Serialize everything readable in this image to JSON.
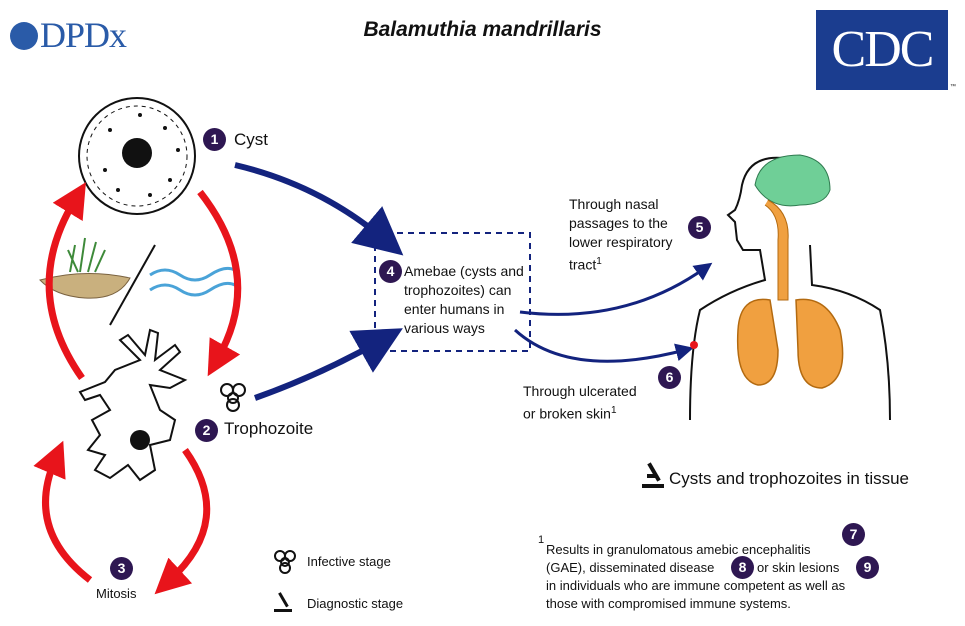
{
  "header": {
    "logo_text": "DPDx",
    "title": "Balamuthia mandrillaris",
    "agency_logo": "CDC",
    "trademark": "™"
  },
  "steps": {
    "s1": {
      "num": "1",
      "label": "Cyst"
    },
    "s2": {
      "num": "2",
      "label": "Trophozoite"
    },
    "s3": {
      "num": "3",
      "label": "Mitosis"
    },
    "s4": {
      "num": "4",
      "label": "Amebae (cysts and trophozoites) can enter humans in various ways"
    },
    "s5": {
      "num": "5",
      "label": "Through nasal passages to the lower respiratory tract",
      "sup": "1"
    },
    "s6": {
      "num": "6",
      "label": "Through ulcerated or broken skin",
      "sup": "1"
    },
    "s7": {
      "num": "7"
    },
    "s8": {
      "num": "8"
    },
    "s9": {
      "num": "9"
    }
  },
  "tissue_label": "Cysts and trophozoites in tissue",
  "legend": {
    "infective": "Infective stage",
    "diagnostic": "Diagnostic stage"
  },
  "footnote": {
    "marker": "1",
    "part1": "Results in granulomatous amebic encephalitis",
    "part2": "(GAE), disseminated disease",
    "part3": "or skin lesions",
    "part4": "in individuals who are immune competent as well as",
    "part5": "those with compromised immune systems."
  },
  "colors": {
    "step_circle": "#2e1752",
    "blue_arrow": "#13237e",
    "red_arrow": "#e8141b",
    "brain": "#6fcf97",
    "lungs": "#f0a040",
    "logo_blue": "#2a5ba8"
  },
  "icons": [
    "biohazard-icon",
    "microscope-icon"
  ]
}
